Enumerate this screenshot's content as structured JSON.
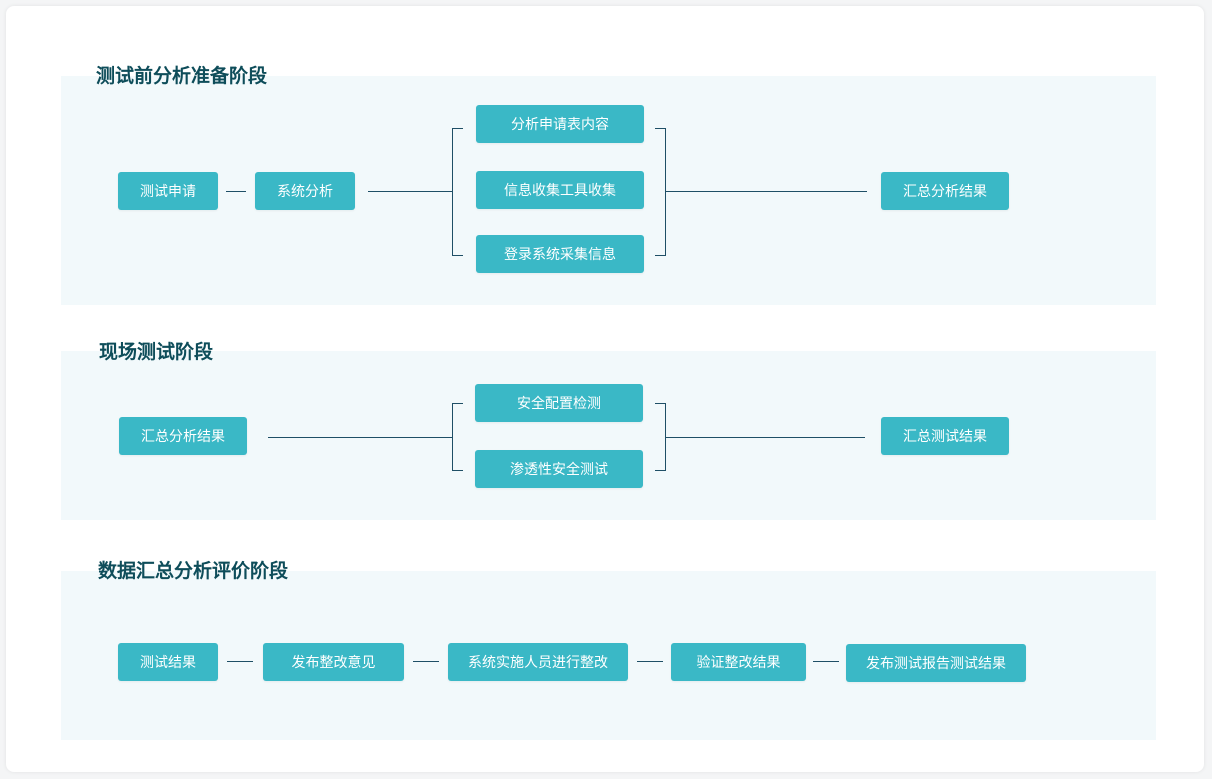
{
  "stage1": {
    "title": "测试前分析准备阶段",
    "start": "测试申请",
    "analysis": "系统分析",
    "branches": [
      "分析申请表内容",
      "信息收集工具收集",
      "登录系统采集信息"
    ],
    "result": "汇总分析结果"
  },
  "stage2": {
    "title": "现场测试阶段",
    "start": "汇总分析结果",
    "branches": [
      "安全配置检测",
      "渗透性安全测试"
    ],
    "result": "汇总测试结果"
  },
  "stage3": {
    "title": "数据汇总分析评价阶段",
    "steps": [
      "测试结果",
      "发布整改意见",
      "系统实施人员进行整改",
      "验证整改结果",
      "发布测试报告测试结果"
    ]
  },
  "colors": {
    "node": "#3ab8c6",
    "panel": "#f2f9fb",
    "title": "#0e4d5a",
    "line": "#1f4f66"
  }
}
